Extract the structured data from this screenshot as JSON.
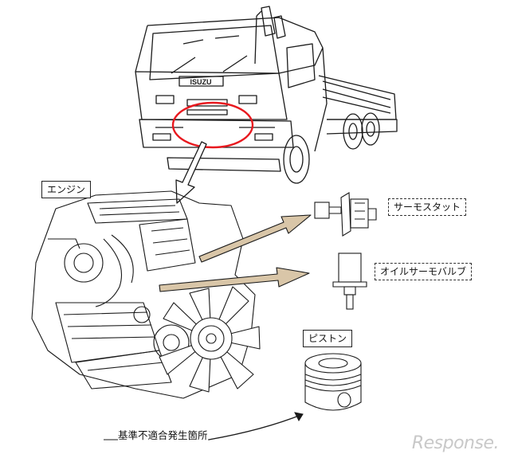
{
  "labels": {
    "engine": "エンジン",
    "thermostat": "サーモスタット",
    "oil_thermo_valve": "オイルサーモバルブ",
    "piston": "ピストン",
    "nonconformity_location": "基準不適合発生箇所"
  },
  "truck_brand": "ISUZU",
  "watermark": "Response.",
  "colors": {
    "highlight": "#e8191f",
    "arrow_fill": "#d9c6a8",
    "line": "#1a1a1a"
  }
}
